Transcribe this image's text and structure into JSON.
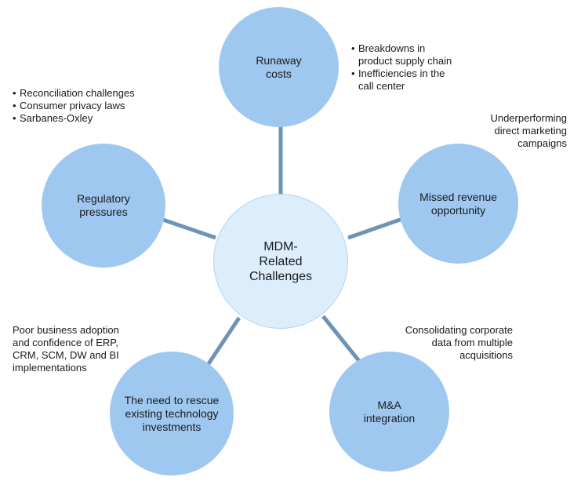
{
  "center": {
    "label": "MDM-\nRelated\nChallenges"
  },
  "nodes": {
    "runaway_costs": {
      "label": "Runaway\ncosts"
    },
    "missed_revenue": {
      "label": "Missed revenue\nopportunity"
    },
    "ma_integration": {
      "label": "M&A\nintegration"
    },
    "rescue_investments": {
      "label": "The need to rescue\nexisting technology\ninvestments"
    },
    "regulatory_pressures": {
      "label": "Regulatory\npressures"
    }
  },
  "notes": {
    "runaway_costs": [
      "Breakdowns in\nproduct supply chain",
      "Inefficiencies in the\ncall center"
    ],
    "regulatory_pressures": [
      "Reconciliation challenges",
      "Consumer privacy laws",
      "Sarbanes-Oxley"
    ],
    "missed_revenue": "Underperforming\ndirect marketing\ncampaigns",
    "ma_integration": "Consolidating corporate\ndata from multiple\nacquisitions",
    "rescue_investments": "Poor business adoption\nand confidence of ERP,\nCRM, SCM, DW and BI\nimplementations"
  },
  "colors": {
    "node_fill": "#9fc8f0",
    "center_fill": "#dcedfc",
    "connector": "#6d93b6"
  }
}
